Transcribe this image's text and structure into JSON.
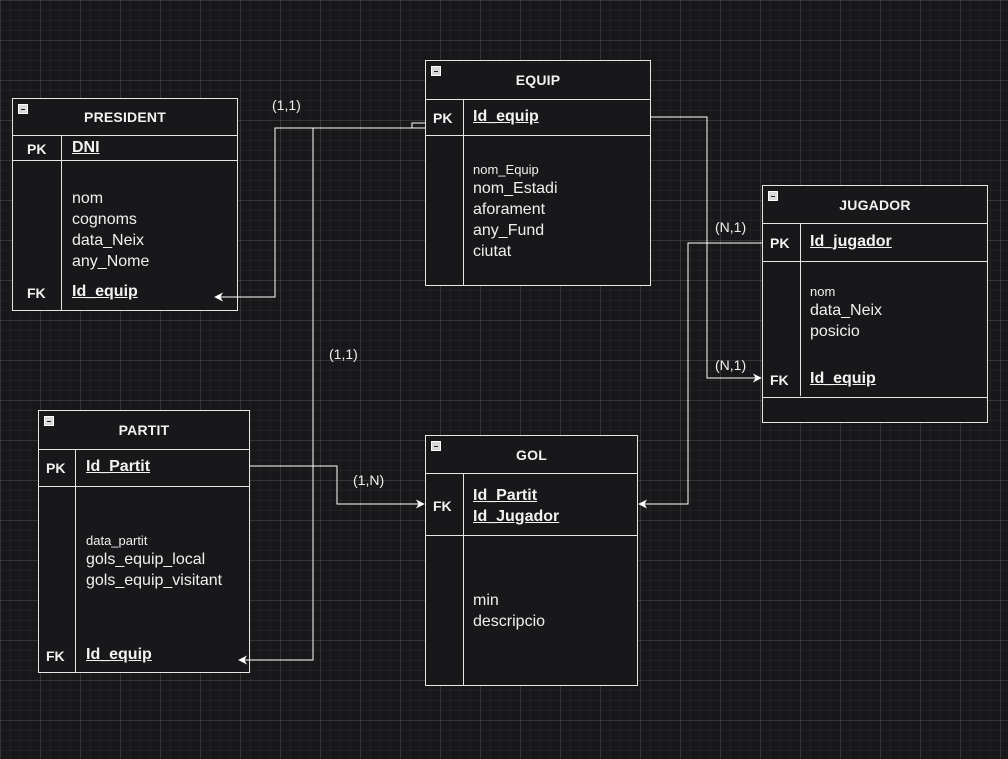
{
  "entities": {
    "president": {
      "title": "PRESIDENT",
      "pk_tag": "PK",
      "pk_field": "DNI",
      "attrs": [
        "nom",
        "cognoms",
        "data_Neix",
        "any_Nome"
      ],
      "fk_tag": "FK",
      "fk_field": "Id_equip"
    },
    "equip": {
      "title": "EQUIP",
      "pk_tag": "PK",
      "pk_field": "Id_equip",
      "attr_small": "nom_Equip",
      "attrs": [
        "nom_Estadi",
        "aforament",
        "any_Fund",
        "ciutat"
      ]
    },
    "jugador": {
      "title": "JUGADOR",
      "pk_tag": "PK",
      "pk_field": "Id_jugador",
      "attr_small": "nom",
      "attrs": [
        "data_Neix",
        "posicio"
      ],
      "fk_tag": "FK",
      "fk_field": "Id_equip"
    },
    "partit": {
      "title": "PARTIT",
      "pk_tag": "PK",
      "pk_field": "Id_Partit",
      "attr_small": "data_partit",
      "attrs": [
        "gols_equip_local",
        "gols_equip_visitant"
      ],
      "fk_tag": "FK",
      "fk_field": "Id_equip"
    },
    "gol": {
      "title": "GOL",
      "fk_tag": "FK",
      "fk_fields": [
        "Id_Partit",
        "Id_Jugador"
      ],
      "attrs": [
        "min",
        "descripcio"
      ]
    }
  },
  "cardinalities": {
    "equip_president": "(1,1)",
    "equip_partit": "(1,1)",
    "partit_gol": "(1,N)",
    "jugador_gol": "(N,1)",
    "equip_jugador": "(N,1)"
  },
  "colors": {
    "background": "#18181b",
    "stroke": "#e6e6e6",
    "text": "#f0f0f0"
  }
}
